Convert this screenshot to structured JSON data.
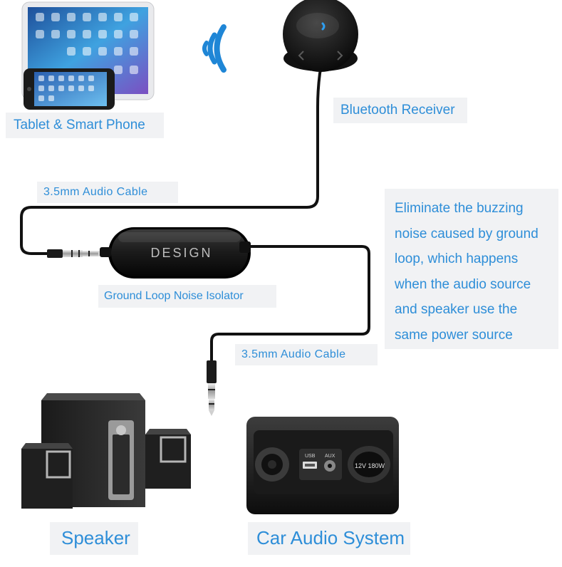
{
  "labels": {
    "tablet_phone": "Tablet & Smart Phone",
    "bluetooth_receiver": "Bluetooth Receiver",
    "audio_cable_top": "3.5mm Audio Cable",
    "isolator": "Ground Loop Noise Isolator",
    "audio_cable_bottom": "3.5mm Audio Cable",
    "speaker": "Speaker",
    "car_audio": "Car Audio System"
  },
  "description": {
    "lines": [
      "Eliminate the buzzing",
      "noise caused by ground",
      "loop, which happens",
      "when the audio source",
      "and speaker use the",
      "same power source"
    ]
  },
  "device": {
    "brand": "DESIGN"
  },
  "car_panel": {
    "usb_label": "USB",
    "aux_label": "AUX",
    "socket_label": "12V 180W"
  },
  "colors": {
    "label_text": "#2e8ed8",
    "label_bg": "#f1f2f4",
    "wifi_icon": "#1f86d6",
    "cable": "#111111"
  }
}
